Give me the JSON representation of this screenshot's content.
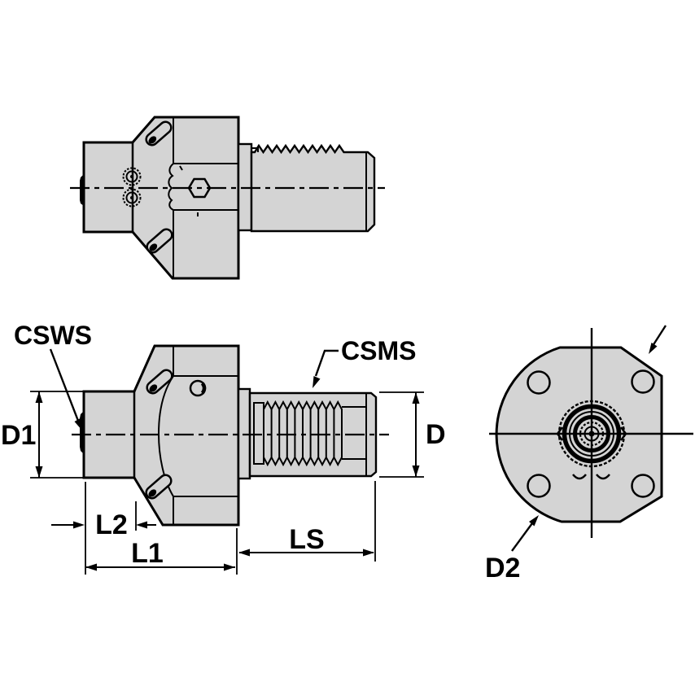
{
  "colors": {
    "body_fill": "#d4d4d4",
    "line_color": "#000000",
    "background": "#ffffff"
  },
  "labels": {
    "csws": "CSWS",
    "csms": "CSMS",
    "d1": "D1",
    "d": "D",
    "l2": "L2",
    "l1": "L1",
    "ls": "LS",
    "d2": "D2"
  }
}
